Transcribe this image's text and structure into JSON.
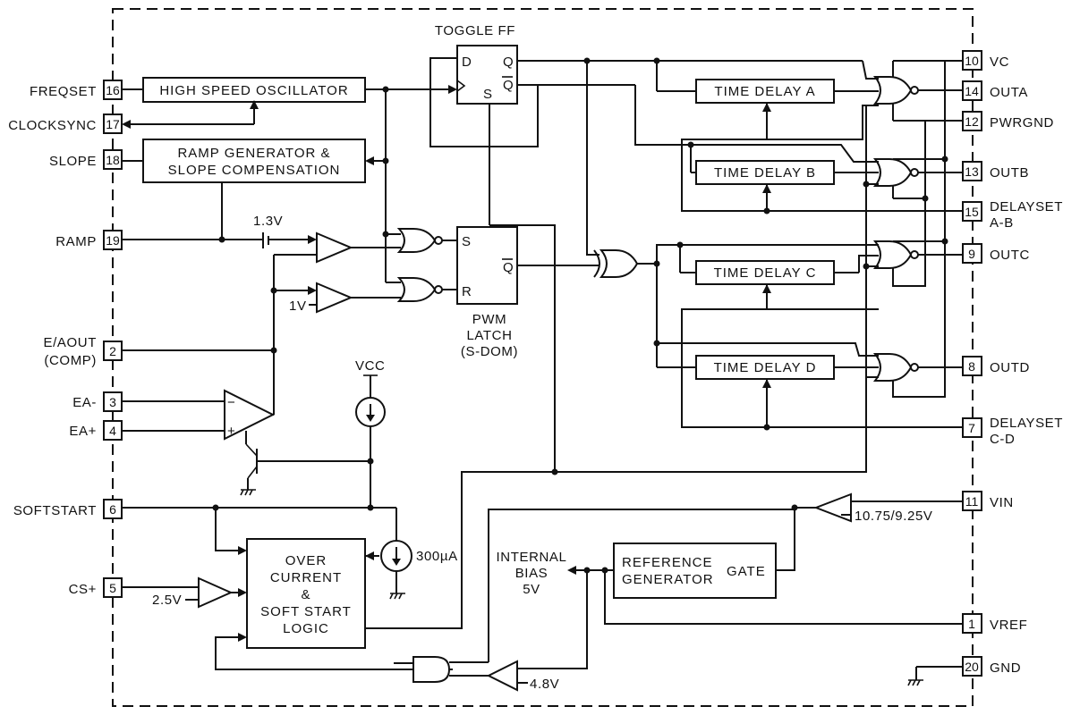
{
  "title": "TOGGLE FF",
  "pins": {
    "freqset": {
      "name": "FREQSET",
      "num": "16"
    },
    "clocksync": {
      "name": "CLOCKSYNC",
      "num": "17"
    },
    "slope": {
      "name": "SLOPE",
      "num": "18"
    },
    "ramp": {
      "name": "RAMP",
      "num": "19"
    },
    "eaout_1": "E/AOUT",
    "eaout_2": "(COMP)",
    "eaout_num": "2",
    "ea_minus": {
      "name": "EA-",
      "num": "3"
    },
    "ea_plus": {
      "name": "EA+",
      "num": "4"
    },
    "softstart": {
      "name": "SOFTSTART",
      "num": "6"
    },
    "cs_plus": {
      "name": "CS+",
      "num": "5"
    },
    "vc": {
      "name": "VC",
      "num": "10"
    },
    "outa": {
      "name": "OUTA",
      "num": "14"
    },
    "pwrgnd": {
      "name": "PWRGND",
      "num": "12"
    },
    "outb": {
      "name": "OUTB",
      "num": "13"
    },
    "delayset_ab_1": "DELAYSET",
    "delayset_ab_2": "A-B",
    "delayset_ab_num": "15",
    "outc": {
      "name": "OUTC",
      "num": "9"
    },
    "outd": {
      "name": "OUTD",
      "num": "8"
    },
    "delayset_cd_1": "DELAYSET",
    "delayset_cd_2": "C-D",
    "delayset_cd_num": "7",
    "vin": {
      "name": "VIN",
      "num": "11"
    },
    "vref": {
      "name": "VREF",
      "num": "1"
    },
    "gnd": {
      "name": "GND",
      "num": "20"
    }
  },
  "blocks": {
    "oscillator": "HIGH SPEED OSCILLATOR",
    "ramp_gen_1": "RAMP GENERATOR &",
    "ramp_gen_2": "SLOPE COMPENSATION",
    "delay_a": "TIME DELAY A",
    "delay_b": "TIME DELAY B",
    "delay_c": "TIME DELAY C",
    "delay_d": "TIME DELAY D",
    "overcurrent_1": "OVER",
    "overcurrent_2": "CURRENT",
    "overcurrent_3": "&",
    "overcurrent_4": "SOFT START",
    "overcurrent_5": "LOGIC",
    "reference_1": "REFERENCE",
    "reference_2": "GENERATOR",
    "reference_gate": "GATE"
  },
  "flipflop": {
    "d": "D",
    "q": "Q",
    "qbar": "Q",
    "s": "S"
  },
  "latch": {
    "s": "S",
    "r": "R",
    "qbar": "Q",
    "label_1": "PWM",
    "label_2": "LATCH",
    "label_3": "(S-DOM)"
  },
  "labels": {
    "v_1_3": "1.3V",
    "v_1": "1V",
    "vcc": "VCC",
    "i_300": "300µA",
    "v_2_5": "2.5V",
    "internal_1": "INTERNAL",
    "internal_2": "BIAS",
    "internal_3": "5V",
    "uvlo": "10.75/9.25V",
    "v_4_8": "4.8V",
    "ea_minus_sign": "−",
    "ea_plus_sign": "+"
  }
}
